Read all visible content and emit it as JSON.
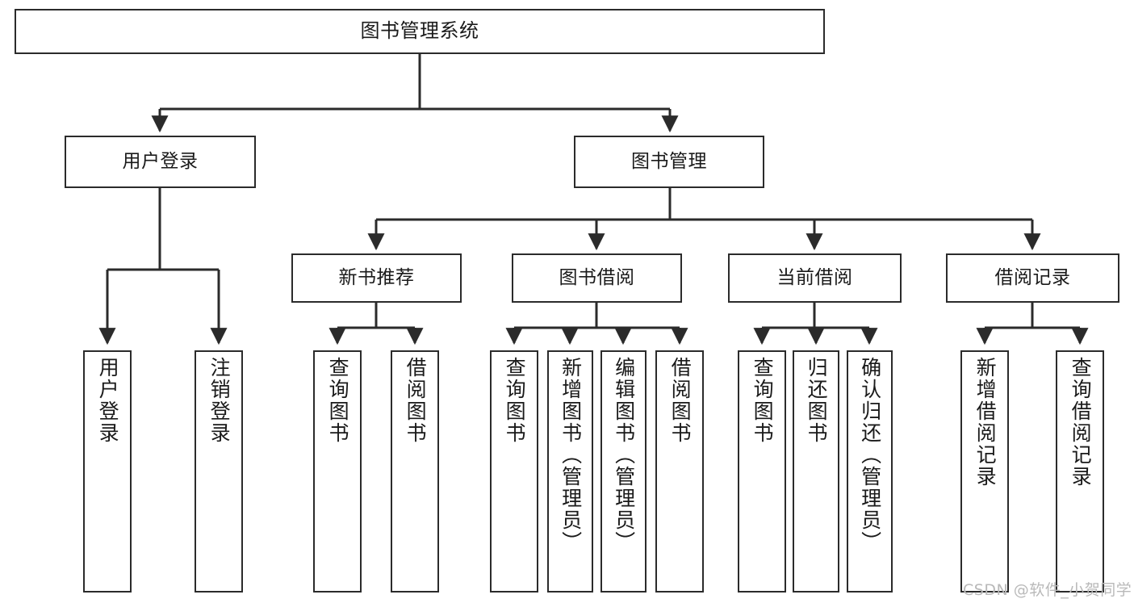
{
  "diagram": {
    "type": "tree-hierarchy-chart",
    "title": "图书管理系统",
    "watermark": "CSDN @软件_小贺同学",
    "colors": {
      "box_border": "#2b2b2b",
      "box_fill": "#ffffff",
      "connector": "#2b2b2b",
      "text": "#1a1a1a",
      "watermark": "#b9b9b9",
      "background": "#ffffff"
    },
    "root": {
      "label": "图书管理系统"
    },
    "level2": [
      {
        "label": "用户登录"
      },
      {
        "label": "图书管理"
      }
    ],
    "level3": [
      {
        "label": "新书推荐"
      },
      {
        "label": "图书借阅"
      },
      {
        "label": "当前借阅"
      },
      {
        "label": "借阅记录"
      }
    ],
    "leaves": {
      "user_login": [
        {
          "label": "用户登录"
        },
        {
          "label": "注销登录"
        }
      ],
      "new_book_recommend": [
        {
          "label": "查询图书"
        },
        {
          "label": "借阅图书"
        }
      ],
      "book_borrow": [
        {
          "label": "查询图书"
        },
        {
          "label": "新增图书（管理员）"
        },
        {
          "label": "编辑图书（管理员）"
        },
        {
          "label": "借阅图书"
        }
      ],
      "current_borrow": [
        {
          "label": "查询图书"
        },
        {
          "label": "归还图书"
        },
        {
          "label": "确认归还（管理员）"
        }
      ],
      "borrow_record": [
        {
          "label": "新增借阅记录"
        },
        {
          "label": "查询借阅记录"
        }
      ]
    }
  }
}
